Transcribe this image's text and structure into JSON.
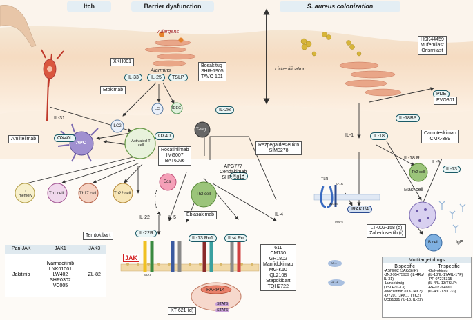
{
  "headers": {
    "itch": "Itch",
    "barrier": "Barrier dysfunction",
    "saureus": "S. aureus colonization"
  },
  "labels": {
    "allergens": "Allergens",
    "alarmins": "Alarmins",
    "lichenification": "Lichenification",
    "il31": "IL-31",
    "ilc2": "ILC2",
    "lc": "LC",
    "idec": "IDEC",
    "apc": "APC",
    "activated_t": "Activated T cell",
    "treg": "T-reg",
    "th2": "Th2 cell",
    "t_memory": "T memory",
    "th1": "Th1 cell",
    "th17": "Th17 cell",
    "th22": "Th22 cell",
    "eos": "Eos",
    "il22": "IL-22",
    "il5": "IL-5",
    "il4": "IL-4",
    "il1": "IL-1",
    "il18r": "IL-18 R",
    "il9": "IL-9",
    "th2_right": "Th2 cell",
    "mast": "Mast cell",
    "bcell": "B cell",
    "ige": "IgE",
    "tlr": "TLR",
    "il1r": "IL-1R",
    "myd88": "MyD88",
    "traf6": "TRAF6",
    "jak": "JAK",
    "stat": "STAT",
    "parp14": "PARP14",
    "stat6a": "STAT6",
    "stat6b": "STAT6",
    "nfkb": "NF-κB",
    "ap1": "AP-1"
  },
  "receptors": {
    "il33": "IL-33",
    "il25": "IL-25",
    "tslp": "TSLP",
    "ox40l": "OX40L",
    "ox40": "OX40",
    "il2r": "IL-2R",
    "il13": "IL-13",
    "il22r": "IL-22R",
    "il13ra1": "IL-13 Rα1",
    "il4ra": "IL-4 Rα",
    "pde": "PDE",
    "il18bp": "IL-18BP",
    "il18": "IL-18",
    "irak": "IRAK1/4",
    "il13r": "IL-13"
  },
  "drugs": {
    "xkh001": "XKH001",
    "bosakitug": [
      "Bosakitug",
      "SHR-1905",
      "TAVO 101"
    ],
    "etokimab": "Etokimab",
    "amlitelimab": "Amlitelimab",
    "rocatinlimab": [
      "Rocatinlimab",
      "IMG007",
      "BAT6026"
    ],
    "rezpeg": [
      "Rezpegaldesleukin",
      "SIM0278"
    ],
    "apg777": [
      "APG777",
      "Cendakimab",
      "SHR-1819"
    ],
    "eblasakimab": "Eblasakimab",
    "temtokibart": "Temtokibart",
    "il4ra_list": [
      "611",
      "CM130",
      "GR1802",
      "Manfidokimab",
      "MG-K10",
      "QL2108",
      "Stapokibart",
      "TQH2722"
    ],
    "kt621": "KT-621 (d)",
    "hsk": [
      "HSK44459",
      "Mufemilast",
      "Orismilast"
    ],
    "evo301": "EVO301",
    "camoteskimab": [
      "Camoteskimab",
      "CMK-389"
    ],
    "lt002": [
      "LT-002-158 (d)",
      "Zabedosertib (i)"
    ]
  },
  "jak_table": {
    "headers": [
      "Pan-JAK",
      "JAK1",
      "JAK3"
    ],
    "pan": "Jakitinib",
    "jak1": [
      "Ivarmacitinib",
      "LNK01001",
      "LW402",
      "SHR0302",
      "VC005"
    ],
    "jak3": "ZL-82"
  },
  "multitarget": {
    "title": "Multitarget drugs",
    "bispecific_title": "Bispecific",
    "trispecific_title": "Trispecific",
    "bispecific": [
      "-ASN002 (JAK/SYK)",
      "-JNJ-95475939 (IL-4Rα/",
      "IL-31)",
      "-Lunsekimig",
      "(TSLP/IL-13)",
      "-Modzatinib (ITK/JAK3)",
      "-QY201 (JAK1, TYK2)",
      "UCB1381 (IL-13, IL-22)"
    ],
    "trispecific": [
      "-Galvokimig",
      "(IL-13/IL-17A/IL-17F)",
      "-PF-07275315",
      "(IL-4/IL-13/TSLP)",
      "-PF-07264660",
      "(IL-4/IL-13/IL-33)"
    ]
  },
  "colors": {
    "pill_border": "#1a5a66",
    "jak_red": "#d42020",
    "th2_green": "#9bc47a",
    "apc_purple": "#7a68b0",
    "skin": "#f3d8b6"
  }
}
